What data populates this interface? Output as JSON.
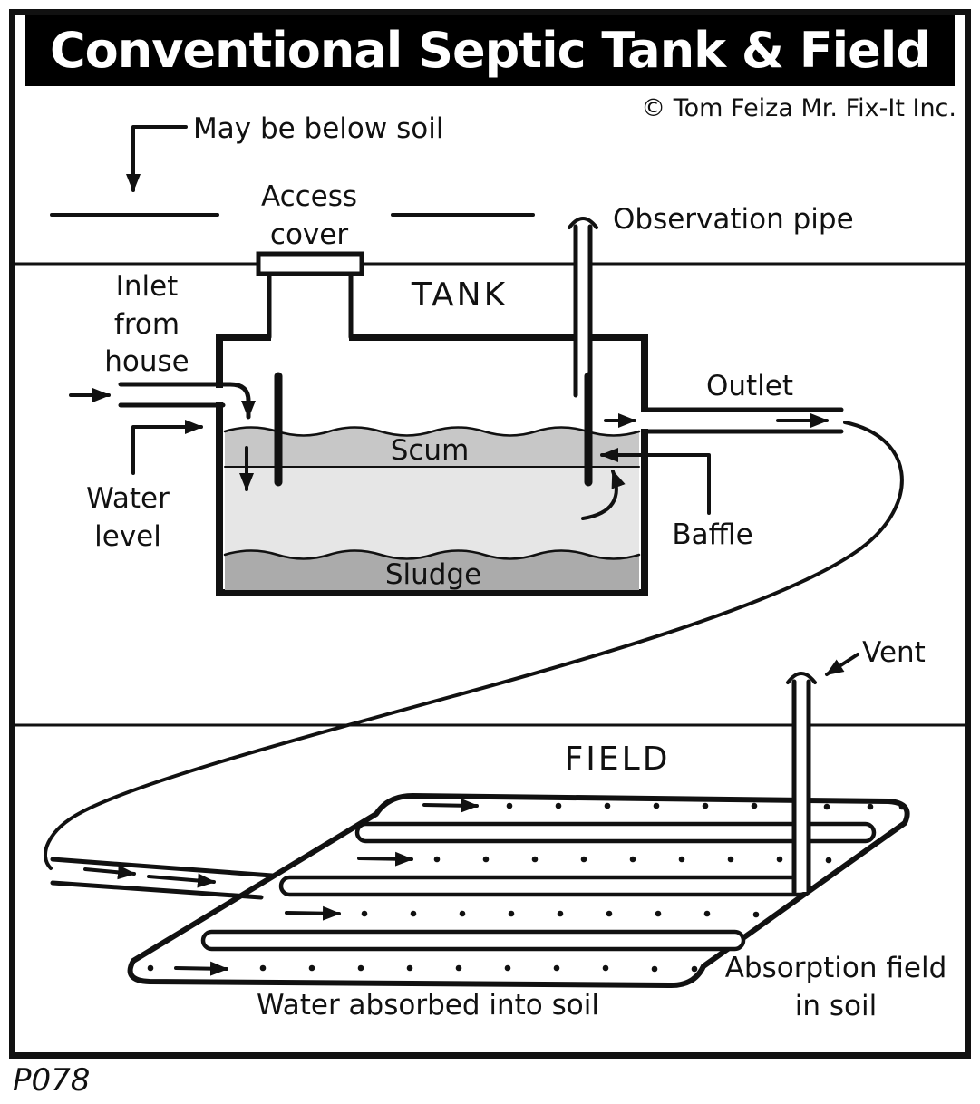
{
  "header": {
    "title": "Conventional Septic Tank & Field",
    "copyright": "© Tom Feiza Mr. Fix-It Inc."
  },
  "diagram": {
    "tank": {
      "may_be_below_soil": "May be below soil",
      "access_cover_line1": "Access",
      "access_cover_line2": "cover",
      "observation_pipe": "Observation pipe",
      "inlet_line1": "Inlet",
      "inlet_line2": "from",
      "inlet_line3": "house",
      "tank_title": "TANK",
      "outlet": "Outlet",
      "scum": "Scum",
      "water_level_line1": "Water",
      "water_level_line2": "level",
      "baffle": "Baffle",
      "sludge": "Sludge"
    },
    "field": {
      "vent": "Vent",
      "field_title": "FIELD",
      "water_absorbed": "Water absorbed into soil",
      "absorption_line1": "Absorption field",
      "absorption_line2": "in soil"
    }
  },
  "footer": {
    "code": "P078"
  },
  "colors": {
    "ink": "#111111",
    "title_background": "#000000",
    "title_text": "#ffffff",
    "scum_layer": "#c7c7c7",
    "liquid": "#e6e6e6",
    "sludge_layer": "#ababab"
  }
}
